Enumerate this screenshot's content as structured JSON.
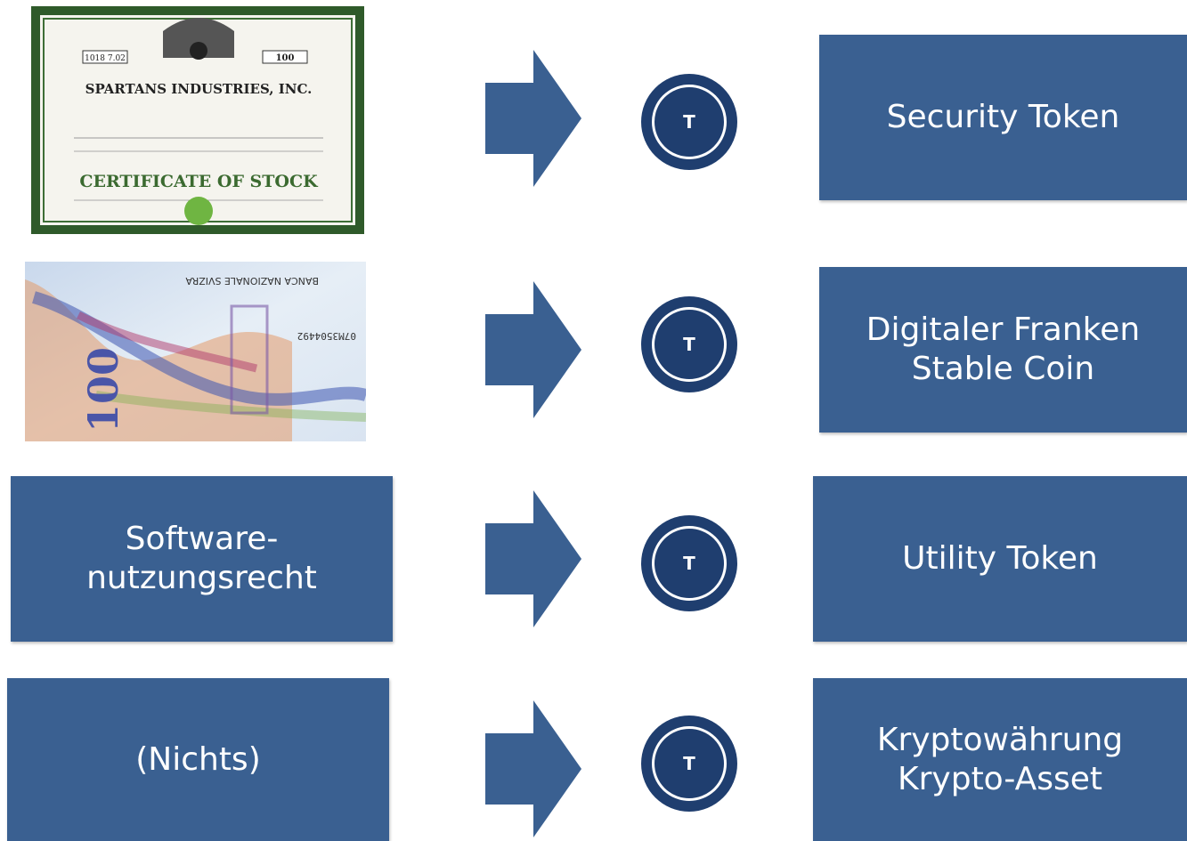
{
  "rows": [
    {
      "source_kind": "image",
      "image": "stock-certificate",
      "certificate": {
        "company": "SPARTANS INDUSTRIES, INC.",
        "title": "CERTIFICATE OF STOCK",
        "number": "1018 7.02",
        "shares": "100"
      },
      "token_letter": "T",
      "target_lines": [
        "Security Token"
      ]
    },
    {
      "source_kind": "image",
      "image": "swiss-100-franc-banknote",
      "banknote": {
        "denomination": "100",
        "bank": "BANCA NAZIONALE SVIZRA",
        "serial": "07M3504492"
      },
      "token_letter": "T",
      "target_lines": [
        "Digitaler Franken",
        "Stable Coin"
      ]
    },
    {
      "source_kind": "box",
      "source_lines": [
        "Software-",
        "nutzungsrecht"
      ],
      "token_letter": "T",
      "target_lines": [
        "Utility Token"
      ]
    },
    {
      "source_kind": "box",
      "source_lines": [
        "(Nichts)"
      ],
      "token_letter": "T",
      "target_lines": [
        "Kryptowährung",
        "Krypto-Asset"
      ]
    }
  ],
  "icons": {
    "arrow": "right-arrow-icon",
    "token": "token-coin-icon"
  },
  "colors": {
    "box": "#3a6091",
    "arrow": "#3a6091",
    "token": "#1f3e6f",
    "text": "#ffffff"
  }
}
